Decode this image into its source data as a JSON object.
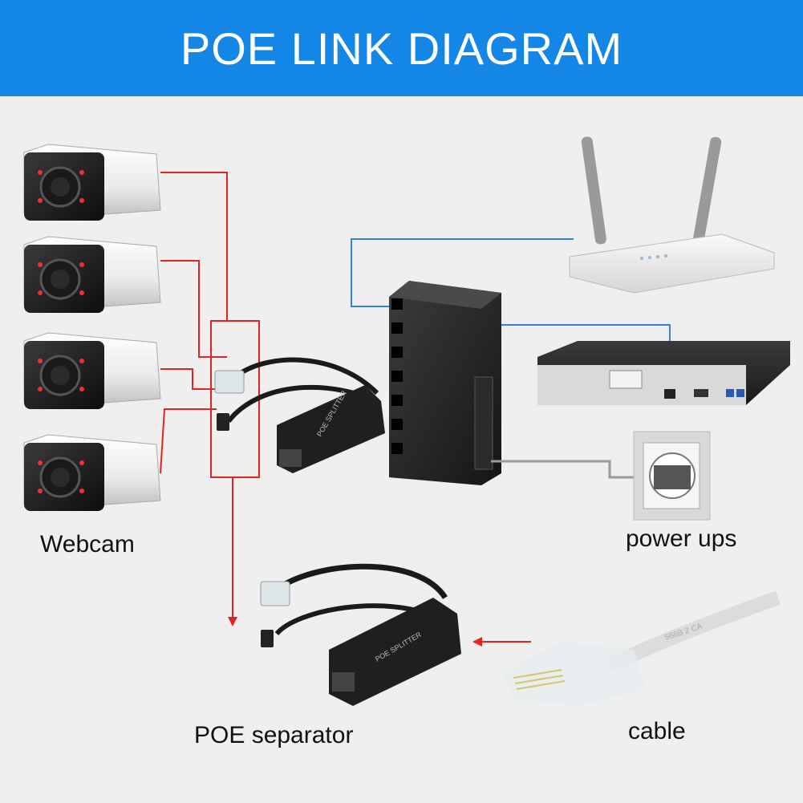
{
  "header": {
    "title": "POE LINK DIAGRAM"
  },
  "labels": {
    "webcam": "Webcam",
    "power_ups": "power ups",
    "poe_separator": "POE separator",
    "cable": "cable"
  },
  "device_prints": {
    "splitter_top": "POE SPLITTER",
    "splitter_bottom": "POE SPLITTER",
    "cable_print": "568B 2 CA"
  },
  "colors": {
    "title_bg": "#1487e6",
    "red_wire": "#e32222",
    "blue_wire": "#3a7fd6",
    "gray_wire": "#9a9a9a"
  }
}
